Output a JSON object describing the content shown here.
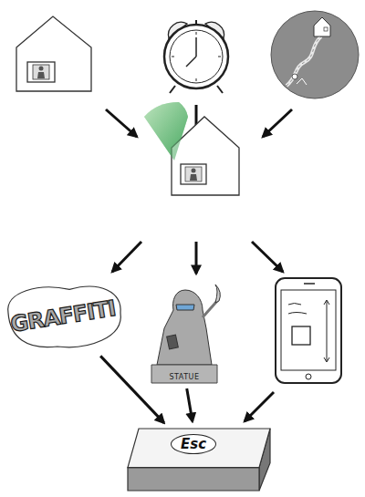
{
  "diagram": {
    "nodes": [
      {
        "text": [
          "GRAFFITI"
        ]
      },
      {
        "text": [
          "STATUE"
        ]
      },
      {
        "text": [
          "Esc"
        ]
      }
    ],
    "edges": [
      {
        "from": 0,
        "to": 2,
        "arrow": "to"
      },
      {
        "from": 1,
        "to": 2,
        "arrow": "to"
      }
    ]
  }
}
